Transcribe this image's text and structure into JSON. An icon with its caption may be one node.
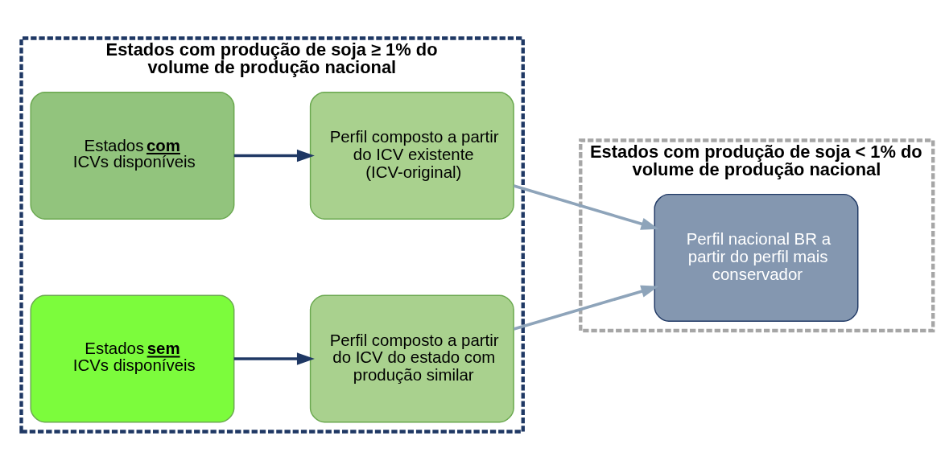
{
  "diagram": {
    "nodes": [
      {
        "text": [
          "Estados com produção de soja ≥ 1% do volume de produção nacional"
        ]
      },
      {
        "text": [
          "Estados **com** ICVs disponíveis"
        ],
        "in": 0
      },
      {
        "text": [
          "Perfil composto a partir do ICV existente (ICV-original)"
        ],
        "in": 0
      },
      {
        "text": [
          "Estados **sem** ICVs disponíveis"
        ],
        "in": 0
      },
      {
        "text": [
          "Perfil composto a partir do ICV do estado com produção similar"
        ],
        "in": 0
      },
      {
        "text": [
          "Estados com produção de soja < 1% do volume de produção nacional"
        ]
      },
      {
        "text": [
          "Perfil nacional BR a partir do perfil mais conservador"
        ],
        "in": 5
      }
    ],
    "edges": [
      {
        "from": 1,
        "to": 2,
        "arrow": "to",
        "color": "#1f3864"
      },
      {
        "from": 3,
        "to": 4,
        "arrow": "to",
        "color": "#1f3864"
      },
      {
        "from": 2,
        "to": 6,
        "arrow": "to",
        "color": "#8ea4ba"
      },
      {
        "from": 4,
        "to": 6,
        "arrow": "to",
        "color": "#8ea4ba"
      }
    ]
  }
}
